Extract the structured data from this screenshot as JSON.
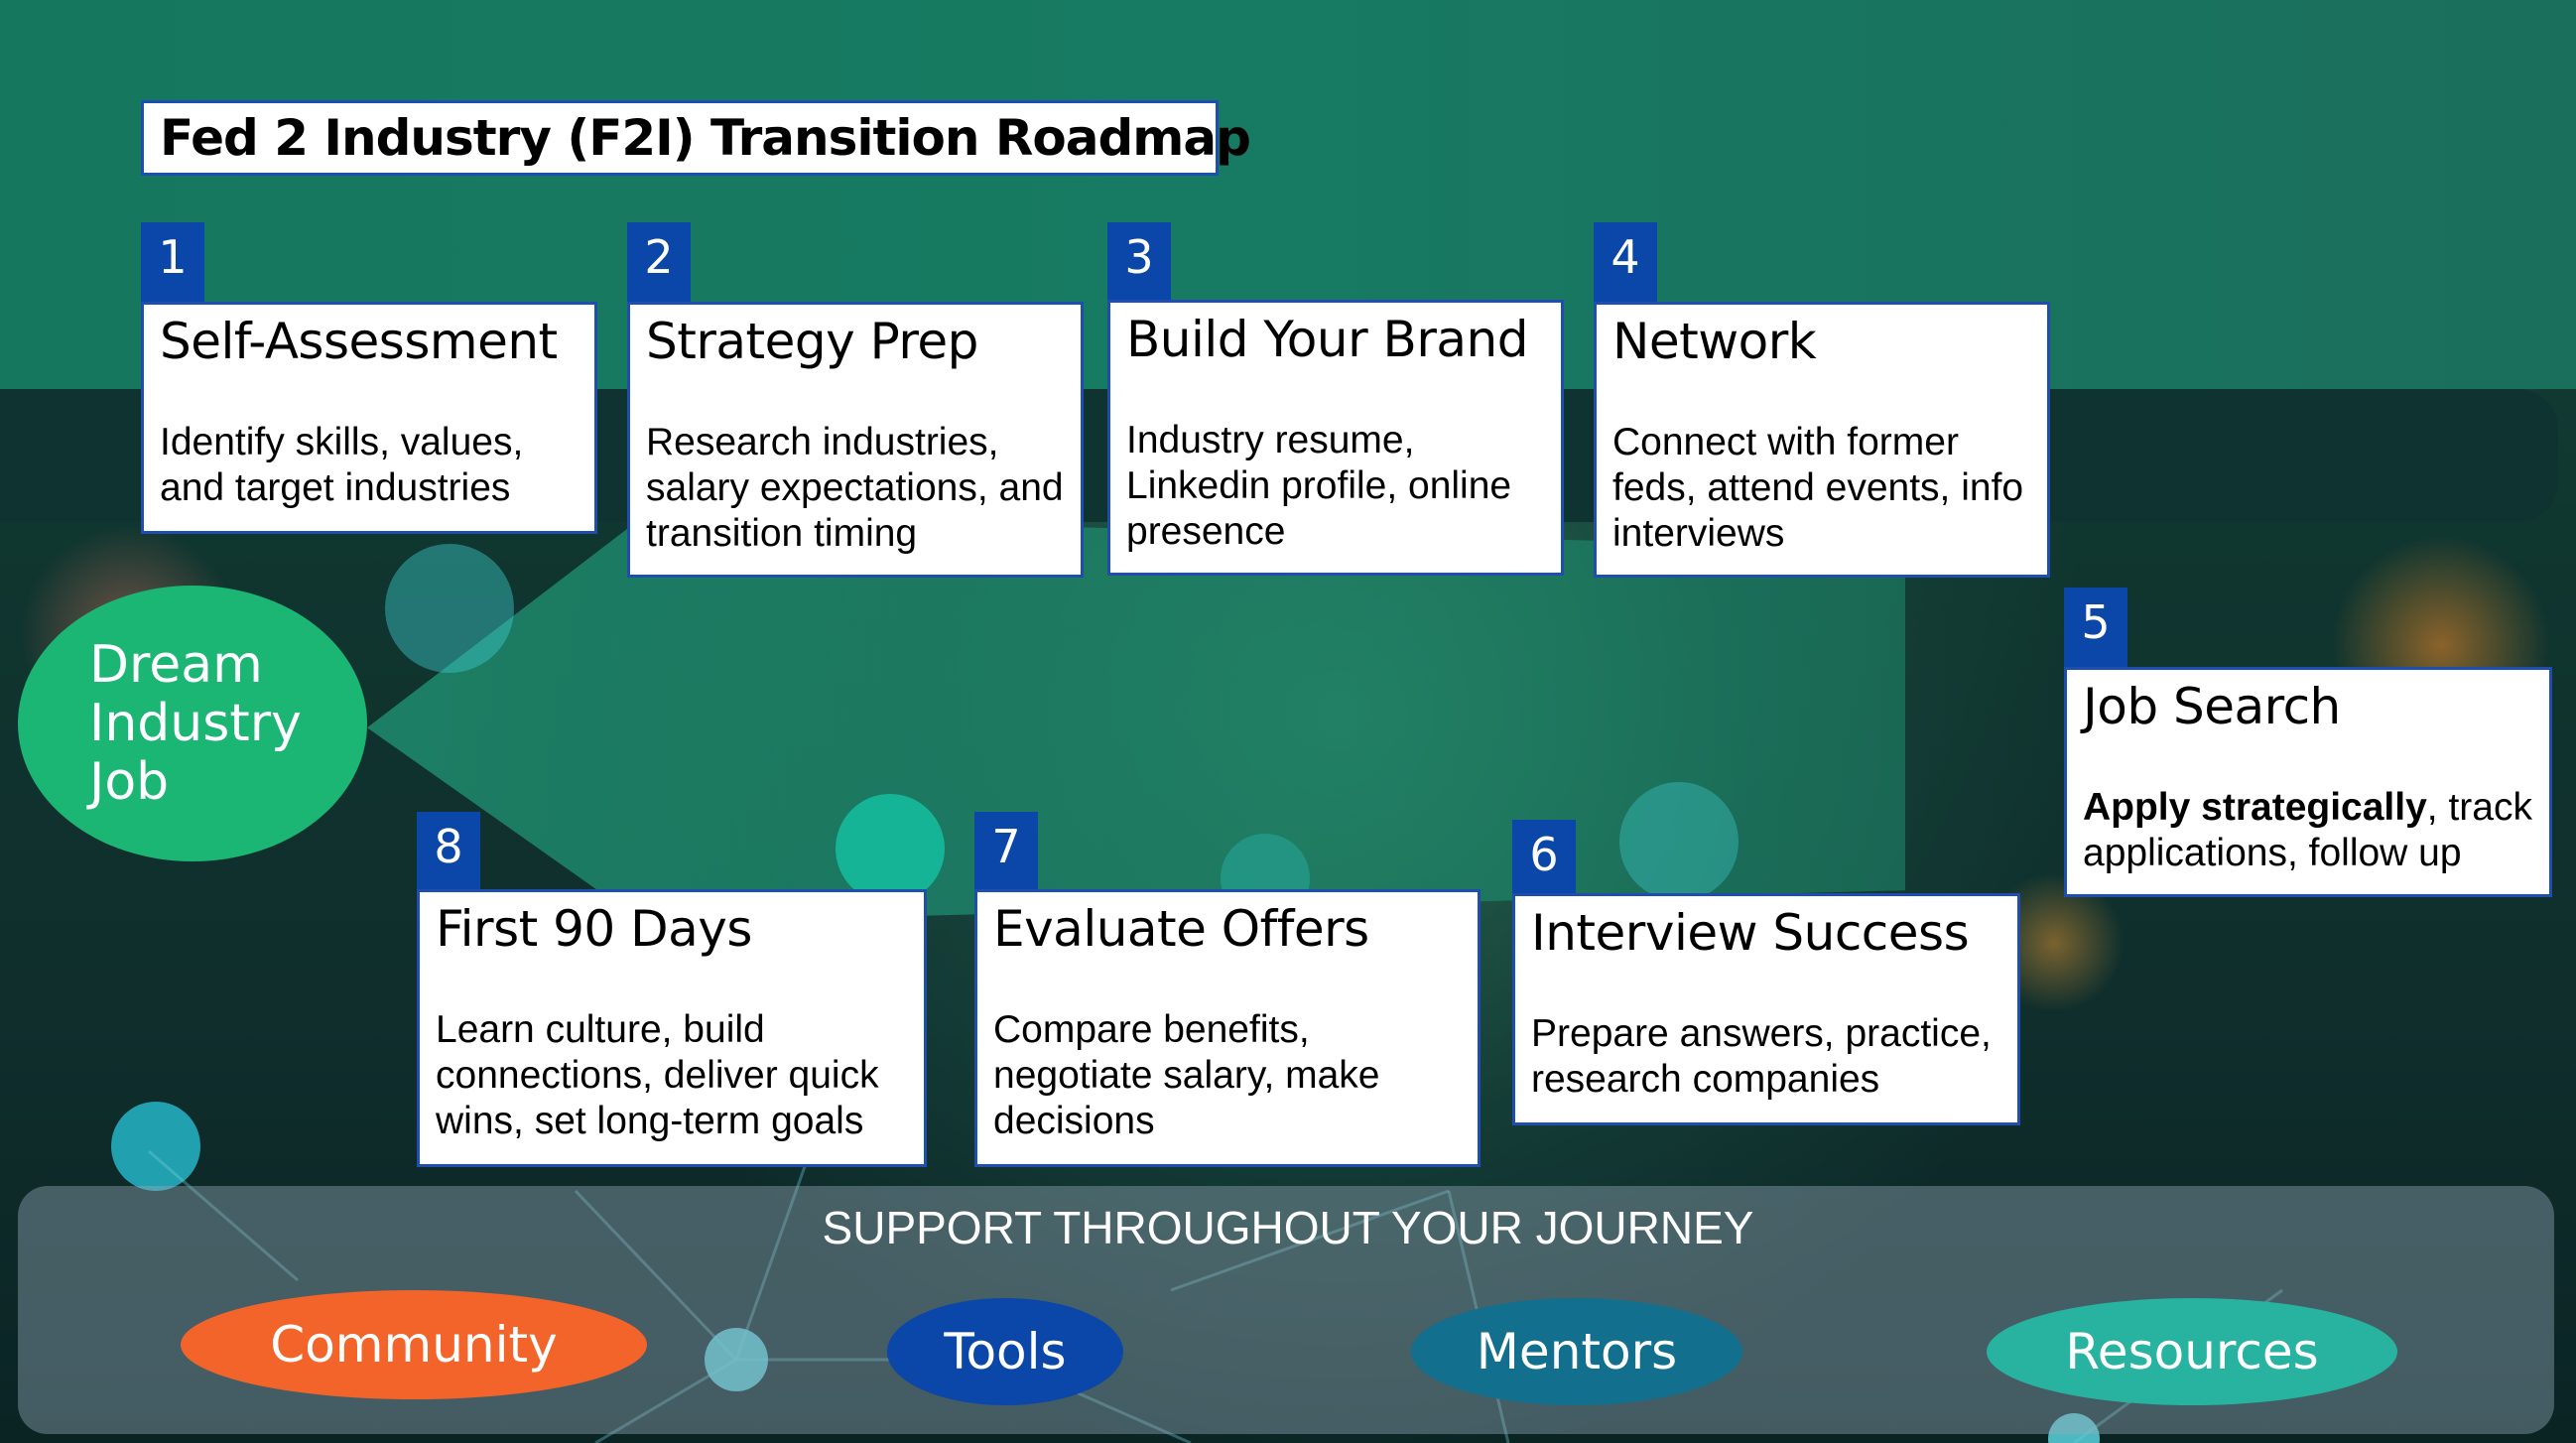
{
  "title": "Fed 2 Industry (F2I) Transition Roadmap",
  "goal": {
    "line1": "Dream",
    "line2": "Industry",
    "line3": "Job"
  },
  "steps": [
    {
      "number": "1",
      "title": "Self-Assessment",
      "description": "Identify skills, values, and target industries"
    },
    {
      "number": "2",
      "title": "Strategy Prep",
      "description": "Research industries, salary expectations, and transition timing"
    },
    {
      "number": "3",
      "title": "Build Your Brand",
      "description": "Industry resume, Linkedin profile, online presence"
    },
    {
      "number": "4",
      "title": "Network",
      "description": "Connect with former feds, attend events, info interviews"
    },
    {
      "number": "5",
      "title": "Job Search",
      "description_bold": "Apply strategically",
      "description_rest": ", track applications, follow up"
    },
    {
      "number": "6",
      "title": "Interview Success",
      "description": "Prepare answers, practice, research companies"
    },
    {
      "number": "7",
      "title": "Evaluate Offers",
      "description": "Compare benefits, negotiate salary, make decisions"
    },
    {
      "number": "8",
      "title": "First 90 Days",
      "description": "Learn culture, build connections, deliver quick wins, set long-term goals"
    }
  ],
  "support": {
    "heading": "SUPPORT THROUGHOUT YOUR JOURNEY",
    "items": [
      {
        "label": "Community",
        "color": "#f2642a"
      },
      {
        "label": "Tools",
        "color": "#0b47a8"
      },
      {
        "label": "Mentors",
        "color": "#136f8e"
      },
      {
        "label": "Resources",
        "color": "#27b3a0"
      }
    ]
  },
  "colors": {
    "number_badge": "#0b47a8",
    "card_border": "#1e4fb0",
    "goal_bubble": "#1bb574",
    "top_band": "#177a62"
  }
}
